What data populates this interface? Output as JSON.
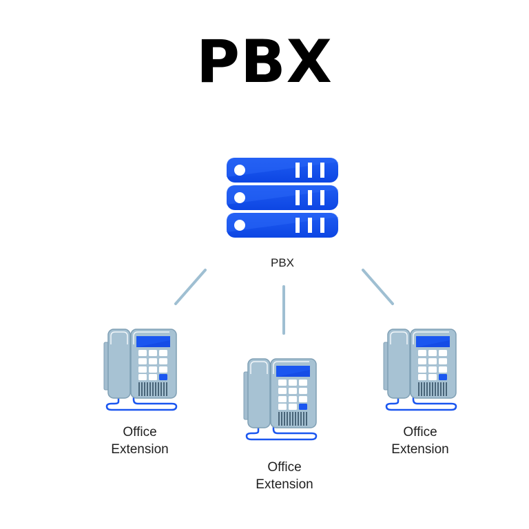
{
  "title": "PBX",
  "server": {
    "label": "PBX",
    "icon": "server-rack-icon",
    "units": 3,
    "color": "#1a56f0"
  },
  "connector_color": "#9fbfd2",
  "extensions": [
    {
      "id": "left",
      "label_line1": "Office",
      "label_line2": "Extension",
      "icon": "desk-phone-icon"
    },
    {
      "id": "middle",
      "label_line1": "Office",
      "label_line2": "Extension",
      "icon": "desk-phone-icon"
    },
    {
      "id": "right",
      "label_line1": "Office",
      "label_line2": "Extension",
      "icon": "desk-phone-icon"
    }
  ],
  "colors": {
    "phone_body": "#a7c2d3",
    "phone_outline": "#7f9fb4",
    "screen": "#1a56f0",
    "accent_key": "#1a56f0",
    "cord": "#1a56f0"
  }
}
